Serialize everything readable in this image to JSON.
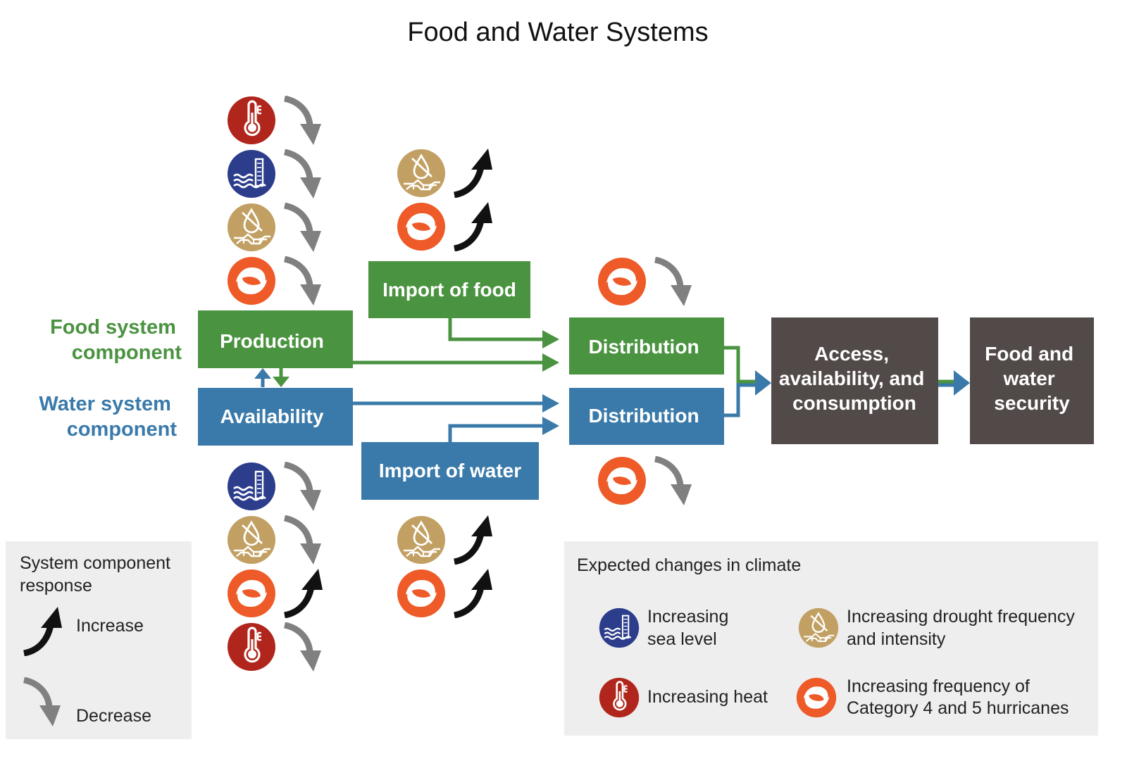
{
  "title": "Food and Water Systems",
  "labels": {
    "food_component": [
      "Food system",
      "component"
    ],
    "water_component": [
      "Water system",
      "component"
    ]
  },
  "boxes": {
    "production": "Production",
    "availability": "Availability",
    "import_food": "Import of food",
    "import_water": "Import of water",
    "distribution_food": "Distribution",
    "distribution_water": "Distribution",
    "access": [
      "Access,",
      "availability, and",
      "consumption"
    ],
    "security": [
      "Food and",
      "water",
      "security"
    ]
  },
  "response_legend": {
    "title": [
      "System component",
      "response"
    ],
    "increase": "Increase",
    "decrease": "Decrease"
  },
  "climate_legend": {
    "title": "Expected changes in climate",
    "sea_level": [
      "Increasing",
      "sea level"
    ],
    "heat": "Increasing heat",
    "drought": [
      "Increasing drought frequency",
      "and intensity"
    ],
    "hurricane": [
      "Increasing frequency of",
      "Category 4 and 5 hurricanes"
    ]
  },
  "colors": {
    "food_green": "#4a9340",
    "water_blue": "#3a7aaa",
    "dark_box": "#524a49",
    "heat_red": "#b0261c",
    "sea_navy": "#2c3d8c",
    "drought_tan": "#c2a063",
    "hurricane_orange": "#ee5a28",
    "decrease_gray": "#808080",
    "increase_black": "#111111"
  },
  "impacts": {
    "production": [
      {
        "icon": "heat-icon",
        "response": "decrease"
      },
      {
        "icon": "sea-level-icon",
        "response": "decrease"
      },
      {
        "icon": "drought-icon",
        "response": "decrease"
      },
      {
        "icon": "hurricane-icon",
        "response": "decrease"
      }
    ],
    "import_food": [
      {
        "icon": "drought-icon",
        "response": "increase"
      },
      {
        "icon": "hurricane-icon",
        "response": "increase"
      }
    ],
    "distribution_food": [
      {
        "icon": "hurricane-icon",
        "response": "decrease"
      }
    ],
    "availability": [
      {
        "icon": "sea-level-icon",
        "response": "decrease"
      },
      {
        "icon": "drought-icon",
        "response": "decrease"
      },
      {
        "icon": "hurricane-icon",
        "response": "increase"
      },
      {
        "icon": "heat-icon",
        "response": "decrease"
      }
    ],
    "import_water": [
      {
        "icon": "drought-icon",
        "response": "increase"
      },
      {
        "icon": "hurricane-icon",
        "response": "increase"
      }
    ],
    "distribution_water": [
      {
        "icon": "hurricane-icon",
        "response": "decrease"
      }
    ]
  }
}
